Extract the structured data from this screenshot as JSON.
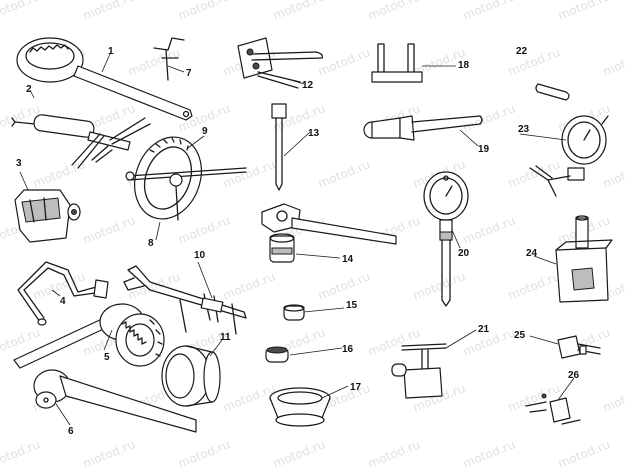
{
  "watermark": {
    "text": "motod.ru"
  },
  "callouts": [
    {
      "id": "1",
      "label": "1"
    },
    {
      "id": "2",
      "label": "2"
    },
    {
      "id": "3",
      "label": "3"
    },
    {
      "id": "4",
      "label": "4"
    },
    {
      "id": "5",
      "label": "5"
    },
    {
      "id": "6",
      "label": "6"
    },
    {
      "id": "7",
      "label": "7"
    },
    {
      "id": "8",
      "label": "8"
    },
    {
      "id": "9",
      "label": "9"
    },
    {
      "id": "10",
      "label": "10"
    },
    {
      "id": "11",
      "label": "11"
    },
    {
      "id": "12",
      "label": "12"
    },
    {
      "id": "13",
      "label": "13"
    },
    {
      "id": "14",
      "label": "14"
    },
    {
      "id": "15",
      "label": "15"
    },
    {
      "id": "16",
      "label": "16"
    },
    {
      "id": "17",
      "label": "17"
    },
    {
      "id": "18",
      "label": "18"
    },
    {
      "id": "19",
      "label": "19"
    },
    {
      "id": "20",
      "label": "20"
    },
    {
      "id": "21",
      "label": "21"
    },
    {
      "id": "22",
      "label": "22"
    },
    {
      "id": "23",
      "label": "23"
    },
    {
      "id": "24",
      "label": "24"
    },
    {
      "id": "25",
      "label": "25"
    },
    {
      "id": "26",
      "label": "26"
    }
  ],
  "colors": {
    "ink": "#1a1a1a",
    "shade": "#bdbdbd",
    "background": "#ffffff"
  }
}
